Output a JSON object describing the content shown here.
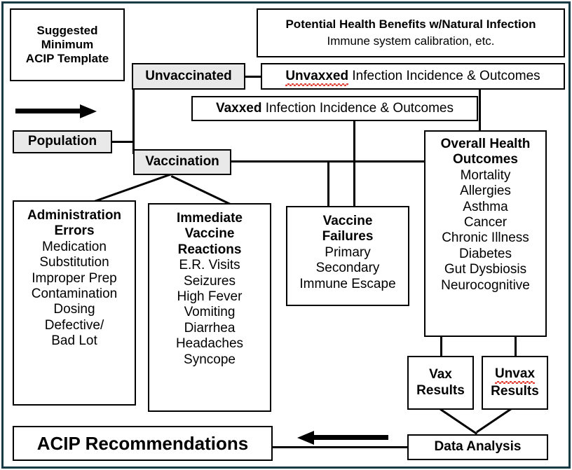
{
  "diagram": {
    "title_box": {
      "lines": [
        "Suggested",
        "Minimum",
        "ACIP Template"
      ]
    },
    "population": {
      "label": "Population"
    },
    "branches": {
      "unvaccinated": "Unvaccinated",
      "vaccination": "Vaccination"
    },
    "benefits_box": {
      "title": "Potential Health Benefits w/Natural Infection",
      "subtitle": "Immune system calibration, etc."
    },
    "unvaxxed_outcomes": {
      "bold_word": "Unvaxxed",
      "rest": " Infection Incidence & Outcomes",
      "misspelled": true
    },
    "vaxxed_outcomes": {
      "bold_word": "Vaxxed",
      "rest": " Infection Incidence & Outcomes",
      "misspelled": false
    },
    "administration_errors": {
      "title_lines": [
        "Administration",
        "Errors"
      ],
      "items": [
        "Medication",
        "Substitution",
        "Improper Prep",
        "Contamination",
        "Dosing",
        "Defective/",
        "Bad Lot"
      ]
    },
    "immediate_reactions": {
      "title_lines": [
        "Immediate",
        "Vaccine",
        "Reactions"
      ],
      "items": [
        "E.R. Visits",
        "Seizures",
        "High Fever",
        "Vomiting",
        "Diarrhea",
        "Headaches",
        "Syncope"
      ]
    },
    "vaccine_failures": {
      "title_lines": [
        "Vaccine",
        "Failures"
      ],
      "items": [
        "Primary",
        "Secondary",
        "Immune Escape"
      ]
    },
    "overall_health_outcomes": {
      "title_lines": [
        "Overall Health",
        "Outcomes"
      ],
      "items": [
        "Mortality",
        "Allergies",
        "Asthma",
        "Cancer",
        "Chronic Illness",
        "Diabetes",
        "Gut Dysbiosis",
        "Neurocognitive"
      ]
    },
    "vax_results": {
      "line1": "Vax",
      "line2": "Results",
      "misspelled": false
    },
    "unvax_results": {
      "line1": "Unvax",
      "line2": "Results",
      "misspelled": true
    },
    "data_analysis": {
      "label": "Data Analysis"
    },
    "acip_recommendations": {
      "label": "ACIP Recommendations"
    },
    "colors": {
      "frame": "#173a44",
      "box_border": "#000000",
      "shaded_fill": "#e9e9e9",
      "connector": "#000000",
      "spellcheck_underline": "#e23b2e",
      "text": "#000000",
      "background": "#ffffff"
    }
  }
}
